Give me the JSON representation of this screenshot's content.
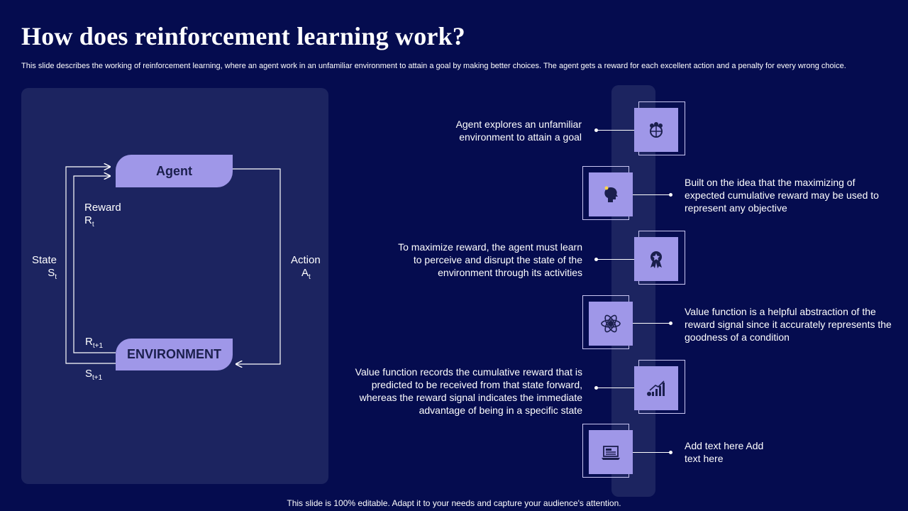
{
  "title": "How does reinforcement learning work?",
  "subtitle": "This slide describes the working of reinforcement learning, where an agent work in an unfamiliar environment to attain a goal by making better choices. The agent gets a reward for each excellent action and a penalty for every wrong choice.",
  "footer": "This slide is 100% editable. Adapt it to your needs and capture your audience's attention.",
  "diagram": {
    "agent": "Agent",
    "environment": "ENVIRONMENT",
    "reward": "Reward",
    "reward_sym": "R",
    "reward_sub": "t",
    "state": "State",
    "state_sym": "S",
    "state_sub": "t",
    "action": "Action",
    "action_sym": "A",
    "action_sub": "t",
    "next_reward_sym": "R",
    "next_reward_sub": "t+1",
    "next_state_sym": "S",
    "next_state_sub": "t+1"
  },
  "steps": [
    {
      "text": "Agent explores an unfamiliar environment to attain a goal",
      "icon": "team-globe-icon"
    },
    {
      "text": "Built on the idea that the maximizing of expected cumulative reward may be used to represent any objective",
      "icon": "head-idea-icon"
    },
    {
      "text": "To maximize reward, the agent must learn to perceive and disrupt the state of the environment through its activities",
      "icon": "award-badge-icon"
    },
    {
      "text": "Value function is a helpful abstraction of the reward signal since it accurately represents the goodness of a condition",
      "icon": "atom-person-icon"
    },
    {
      "text": "Value function records the cumulative reward that is predicted to be received from that state forward, whereas the reward signal indicates the immediate advantage of being in a specific state",
      "icon": "growth-chart-icon"
    },
    {
      "text": "Add text here Add text here",
      "icon": "news-laptop-icon"
    }
  ],
  "colors": {
    "background": "#050c4f",
    "panel": "#1c2460",
    "accent": "#9f97e8",
    "text": "#ffffff"
  }
}
